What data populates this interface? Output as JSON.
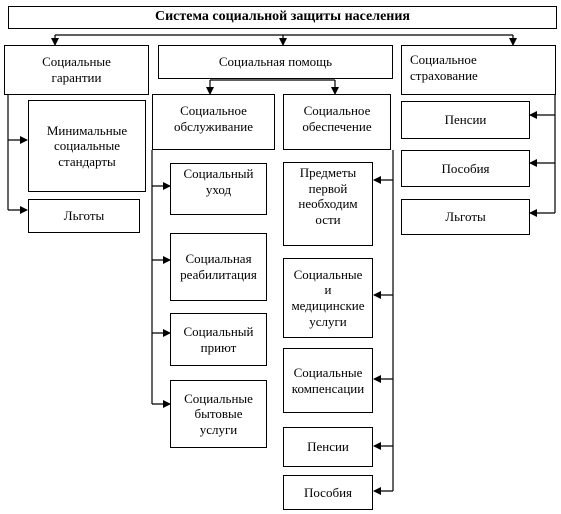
{
  "title": "Система социальной защиты населения",
  "columns": {
    "guarantees": {
      "label": "Социальные\nгарантии",
      "items": [
        "Минимальные\nсоциальные\nстандарты",
        "Льготы"
      ]
    },
    "assistance": {
      "label": "Социальная помощь",
      "service": {
        "label": "Социальное\nобслуживание",
        "items": [
          "Социальный\nуход",
          "Социальная\nреабилитация",
          "Социальный\nприют",
          "Социальные\nбытовые\nуслуги"
        ]
      },
      "provision": {
        "label": "Социальное\nобеспечение",
        "items": [
          "Предметы\nпервой\nнеобходим\nости",
          "Социальные\nи\nмедицинские\nуслуги",
          "Социальные\nкомпенсации",
          "Пенсии",
          "Пособия"
        ]
      }
    },
    "insurance": {
      "label": "Социальное\nстрахование",
      "items": [
        "Пенсии",
        "Пособия",
        "Льготы"
      ]
    }
  }
}
